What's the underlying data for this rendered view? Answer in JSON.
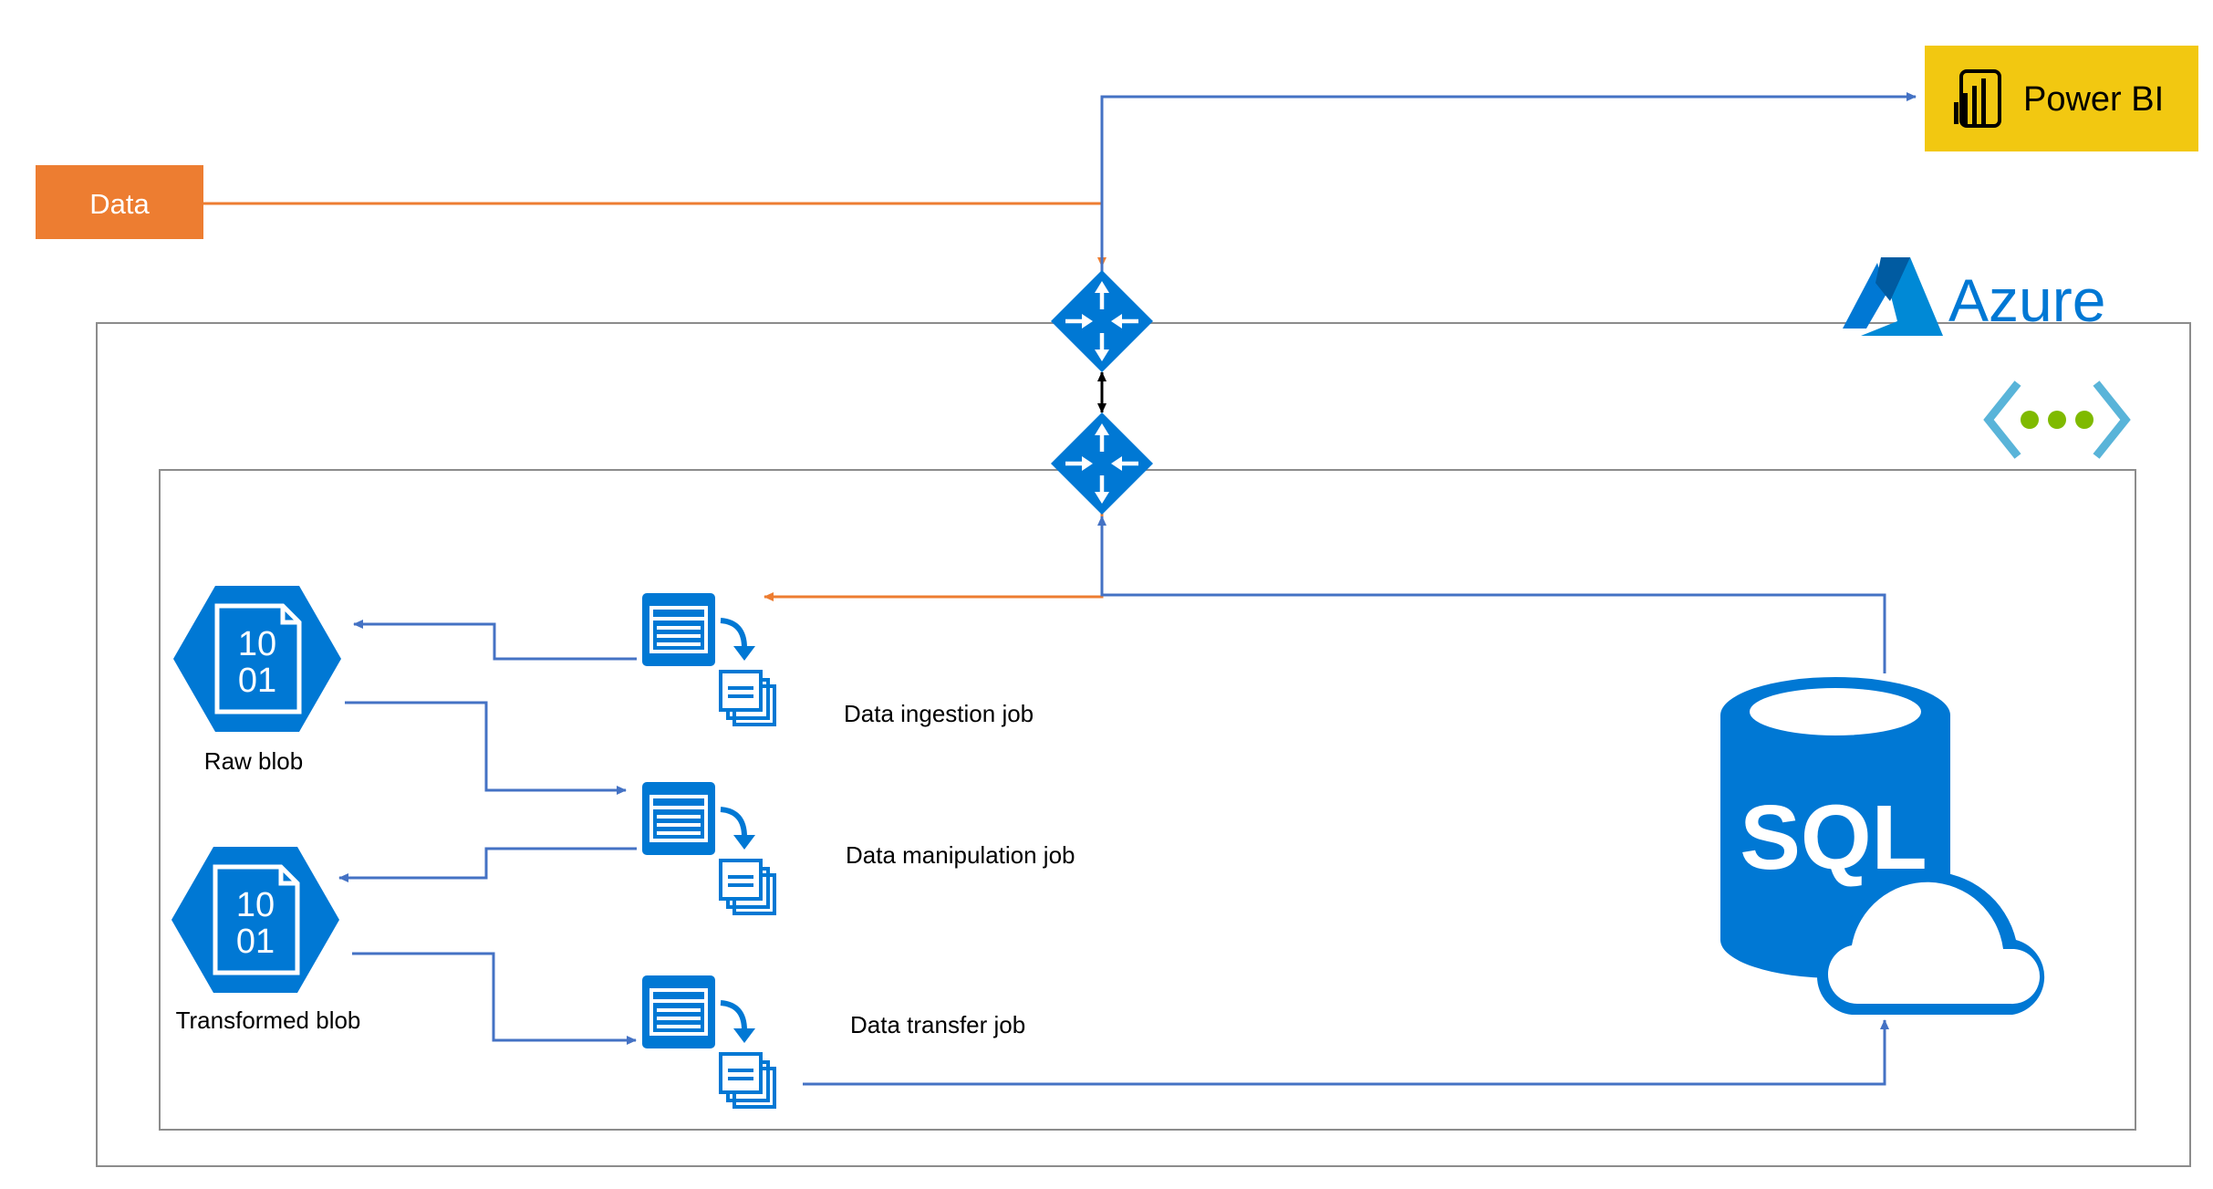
{
  "nodes": {
    "data_source": {
      "label": "Data"
    },
    "power_bi": {
      "label": "Power BI"
    },
    "azure": {
      "label": "Azure"
    },
    "raw_blob": {
      "label": "Raw blob",
      "icon_text": [
        "10",
        "01"
      ]
    },
    "transformed_blob": {
      "label": "Transformed blob",
      "icon_text": [
        "10",
        "01"
      ]
    },
    "ingestion_job": {
      "label": "Data ingestion job"
    },
    "manipulation_job": {
      "label": "Data manipulation job"
    },
    "transfer_job": {
      "label": "Data transfer job"
    },
    "sql": {
      "label": "SQL"
    }
  },
  "icons": {
    "gateway_outer": "gateway-router-icon",
    "gateway_inner": "gateway-router-icon",
    "vnet": "virtual-network-icon",
    "raw_blob": "blob-storage-icon",
    "transformed_blob": "blob-storage-icon",
    "jobs": "batch-job-icon",
    "sql": "sql-database-cloud-icon",
    "power_bi": "power-bi-logo",
    "azure": "azure-logo"
  },
  "colors": {
    "azure_blue": "#0078D4",
    "connector_blue": "#4472C4",
    "data_orange": "#ED7D31",
    "power_bi_yellow": "#F2C811",
    "vnet_green": "#7FBA00",
    "vnet_blue": "#59B4D9",
    "border_gray": "#8C8C8C"
  }
}
